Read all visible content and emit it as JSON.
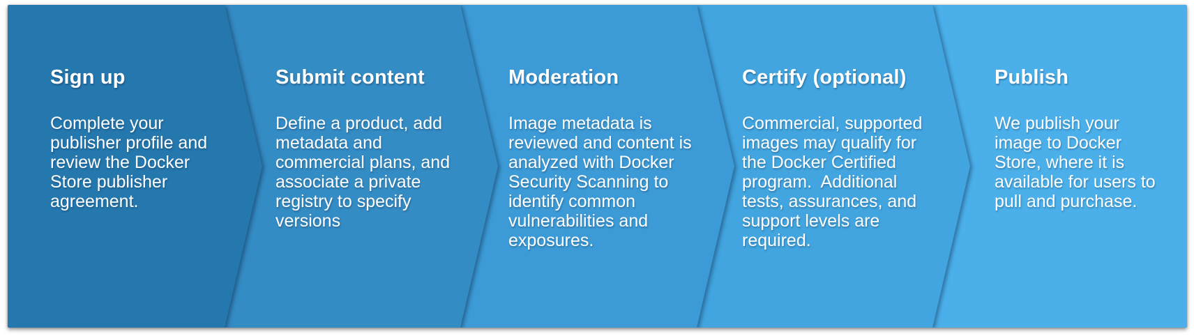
{
  "text_color": "#FFFFFF",
  "steps": [
    {
      "title": "Sign up",
      "body": "Complete your\npublisher profile and\nreview the Docker\nStore publisher\nagreement.",
      "color": "#2478AE"
    },
    {
      "title": "Submit content",
      "body": "Define a product, add\nmetadata and\ncommercial plans, and\nassociate a private\nregistry to specify\nversions",
      "color": "#348CC4"
    },
    {
      "title": "Moderation",
      "body": "Image metadata is\nreviewed and content is\nanalyzed with Docker\nSecurity Scanning to\nidentify common\nvulnerabilities and\nexposures.",
      "color": "#3C9BD6"
    },
    {
      "title": "Certify (optional)",
      "body": "Commercial, supported\nimages may qualify for\nthe Docker Certified\nprogram.  Additional\ntests, assurances, and\nsupport levels are\nrequired.",
      "color": "#42A5DF"
    },
    {
      "title": "Publish",
      "body": "We publish your\nimage to Docker\nStore, where it is\navailable for users to\npull and purchase.",
      "color": "#4BB0EA"
    }
  ]
}
